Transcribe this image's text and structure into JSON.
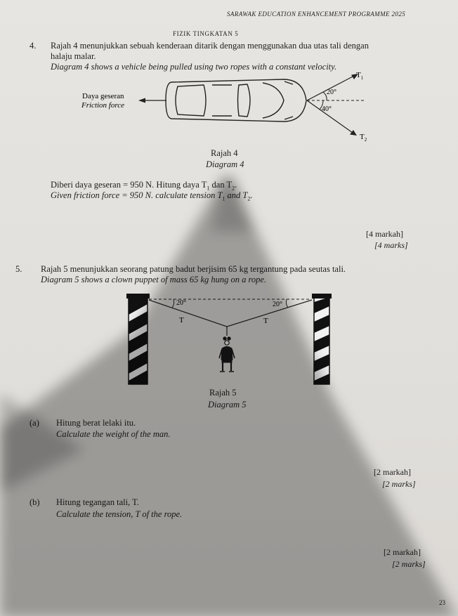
{
  "header": {
    "programme": "SARAWAK EDUCATION ENHANCEMENT PROGRAMME 2025",
    "form": "FIZIK TINGKATAN 5"
  },
  "q4": {
    "number": "4.",
    "malay_line1": "Rajah 4 menunjukkan sebuah kenderaan ditarik dengan menggunakan dua utas tali dengan",
    "malay_line2": "halaju malar.",
    "english": "Diagram 4 shows a vehicle being pulled using two ropes with a constant velocity.",
    "diagram": {
      "friction_malay": "Daya geseran",
      "friction_english": "Friction force",
      "t1": "T",
      "t1_sub": "1",
      "t2": "T",
      "t2_sub": "2",
      "angle1": "20°",
      "angle2": "40°",
      "caption_malay": "Rajah 4",
      "caption_english": "Diagram 4"
    },
    "given_malay_a": "Diberi daya geseran = 950 N. Hitung daya T",
    "given_malay_sub1": "1",
    "given_malay_b": " dan T",
    "given_malay_sub2": "2",
    "given_malay_c": ".",
    "given_english_a": "Given friction force = 950 N. calculate tension T",
    "given_english_sub1": "1",
    "given_english_b": " and T",
    "given_english_sub2": "2",
    "given_english_c": ".",
    "marks_malay": "[4 markah]",
    "marks_english": "[4 marks]"
  },
  "q5": {
    "number": "5.",
    "malay": "Rajah 5 menunjukkan seorang patung badut berjisim 65 kg tergantung pada seutas tali.",
    "english": "Diagram 5 shows a clown puppet of mass 65 kg hung on a rope.",
    "diagram": {
      "angle_left": "20°",
      "angle_right": "20°",
      "tension_left": "T",
      "tension_right": "T",
      "caption_malay": "Rajah 5",
      "caption_english": "Diagram 5"
    },
    "a": {
      "label": "(a)",
      "malay": "Hitung berat lelaki itu.",
      "english": "Calculate the weight of the man.",
      "marks_malay": "[2 markah]",
      "marks_english": "[2 marks]"
    },
    "b": {
      "label": "(b)",
      "malay": "Hitung tegangan tali, T.",
      "english": "Calculate the tension, T of the rope.",
      "marks_malay": "[2 markah]",
      "marks_english": "[2 marks]"
    }
  },
  "page_number": "23"
}
